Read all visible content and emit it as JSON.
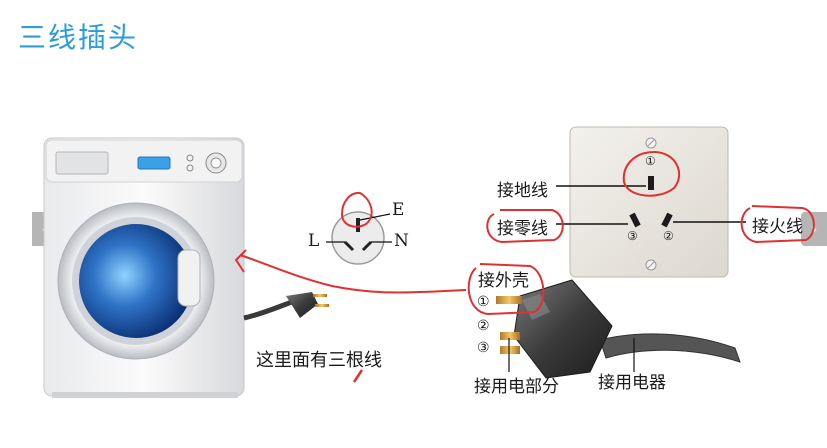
{
  "title": "三线插头",
  "nav": {
    "prev": "‹",
    "next": "›"
  },
  "plug_symbol": {
    "earth": "E",
    "live": "L",
    "neutral": "N"
  },
  "socket": {
    "earth_label": "接地线",
    "neutral_label": "接零线",
    "live_label": "接火线",
    "hole_numbers": [
      "①",
      "②",
      "③"
    ]
  },
  "plug": {
    "shell_label": "接外壳",
    "pin_numbers": [
      "①",
      "②",
      "③"
    ],
    "appliance_part_label": "接用电部分",
    "appliance_cable_label": "接用电器"
  },
  "washer": {
    "note": "这里面有三根线"
  },
  "colors": {
    "title": "#2d9cdb",
    "annotation": "#e03131"
  }
}
